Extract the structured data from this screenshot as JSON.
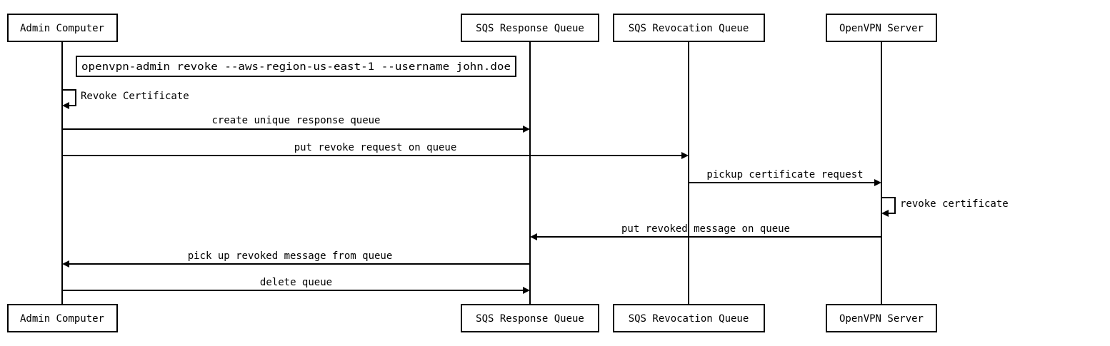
{
  "participants": [
    {
      "id": "admin",
      "label": "Admin Computer"
    },
    {
      "id": "response",
      "label": "SQS Response Queue"
    },
    {
      "id": "revocation",
      "label": "SQS Revocation Queue"
    },
    {
      "id": "openvpn",
      "label": "OpenVPN Server"
    }
  ],
  "note": {
    "text": "openvpn-admin revoke --aws-region-us-east-1 --username john.doe"
  },
  "self_messages": [
    {
      "participant": "admin",
      "label": "Revoke Certificate"
    },
    {
      "participant": "openvpn",
      "label": "revoke certificate"
    }
  ],
  "messages": [
    {
      "from": "admin",
      "to": "response",
      "label": "create unique response queue"
    },
    {
      "from": "admin",
      "to": "revocation",
      "label": "put revoke request on queue"
    },
    {
      "from": "revocation",
      "to": "openvpn",
      "label": "pickup certificate request"
    },
    {
      "from": "openvpn",
      "to": "response",
      "label": "put revoked message on queue"
    },
    {
      "from": "response",
      "to": "admin",
      "label": "pick up revoked message from queue"
    },
    {
      "from": "admin",
      "to": "response",
      "label": "delete queue"
    }
  ]
}
